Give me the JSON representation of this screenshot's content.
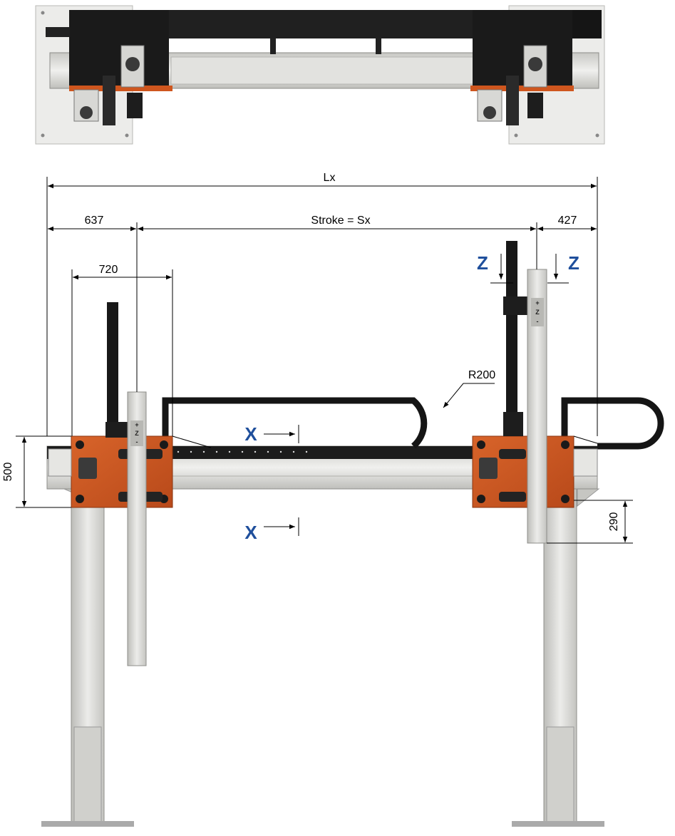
{
  "dimensions": {
    "overall_length": "Lx",
    "left_offset": "637",
    "stroke": "Stroke = Sx",
    "right_offset": "427",
    "carriage_width": "720",
    "beam_height": "500",
    "z_drop": "290",
    "chain_radius": "R200"
  },
  "section_labels": {
    "x_top": "X",
    "x_bottom": "X",
    "z_left": "Z",
    "z_right": "Z"
  },
  "z_axis_marks": {
    "plus": "+",
    "axis": "Z",
    "minus": "-"
  },
  "colors": {
    "orange": "#c9551f",
    "black": "#161616",
    "aluminium": "#d9d9d6",
    "plate": "#ececea",
    "section_blue": "#1f4f9c"
  }
}
